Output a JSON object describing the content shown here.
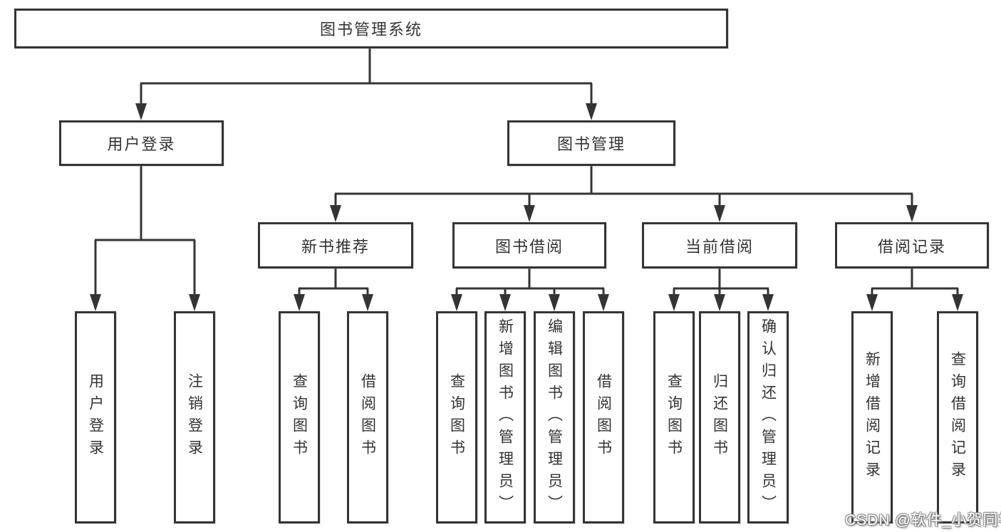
{
  "tree": {
    "label": "图书管理系统",
    "children": [
      {
        "label": "用户登录",
        "children": [
          {
            "label": "用户登录"
          },
          {
            "label": "注销登录"
          }
        ]
      },
      {
        "label": "图书管理",
        "children": [
          {
            "label": "新书推荐",
            "children": [
              {
                "label": "查询图书"
              },
              {
                "label": "借阅图书"
              }
            ]
          },
          {
            "label": "图书借阅",
            "children": [
              {
                "label": "查询图书"
              },
              {
                "label": "新增图书（管理员）"
              },
              {
                "label": "编辑图书（管理员）"
              },
              {
                "label": "借阅图书"
              }
            ]
          },
          {
            "label": "当前借阅",
            "children": [
              {
                "label": "查询图书"
              },
              {
                "label": "归还图书"
              },
              {
                "label": "确认归还（管理员）"
              }
            ]
          },
          {
            "label": "借阅记录",
            "children": [
              {
                "label": "新增借阅记录"
              },
              {
                "label": "查询借阅记录"
              }
            ]
          }
        ]
      }
    ]
  },
  "watermark": {
    "text": "CSDN @软件_小贺同学"
  },
  "colors": {
    "line": "#343434",
    "text": "#333333",
    "background": "#ffffff",
    "watermark_fill": "#ffffff",
    "watermark_shadow": "#8a8a8a"
  }
}
